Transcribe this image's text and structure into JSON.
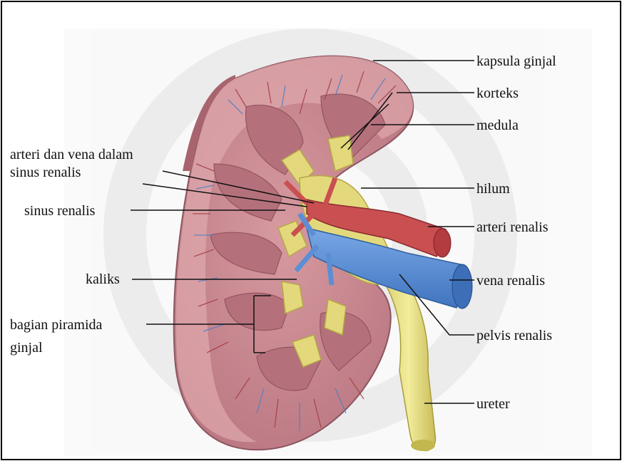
{
  "labels": {
    "kapsula_ginjal": "kapsula ginjal",
    "korteks": "korteks",
    "medula": "medula",
    "arteri_vena_line1": "arteri dan vena dalam",
    "arteri_vena_line2": "sinus renalis",
    "hilum": "hilum",
    "sinus_renalis": "sinus renalis",
    "arteri_renalis": "arteri renalis",
    "kaliks": "kaliks",
    "vena_renalis": "vena renalis",
    "bagian_piramida_line1": "bagian piramida",
    "bagian_piramida_line2": "ginjal",
    "pelvis_renalis": "pelvis renalis",
    "ureter": "ureter"
  },
  "colors": {
    "kidney": "#c98a90",
    "cortex": "#d9a3a8",
    "pyramid": "#b97a83",
    "artery": "#c8504f",
    "vein": "#5b8fd3",
    "pelvis": "#e8e18a",
    "frame": "#000000"
  }
}
